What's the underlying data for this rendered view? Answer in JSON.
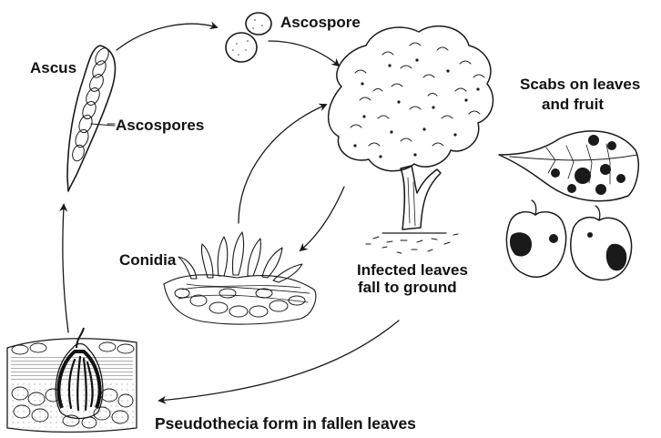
{
  "labels": {
    "ascus": "Ascus",
    "ascospores": "Ascospores",
    "ascospore": "Ascospore",
    "scabs_line1": "Scabs on leaves",
    "scabs_line2": "and fruit",
    "conidia": "Conidia",
    "infected_line1": "Infected leaves",
    "infected_line2": "fall to ground",
    "pseudothecia": "Pseudothecia form in fallen leaves"
  },
  "icons": [
    "ascus-illustration",
    "ascospore-illustration",
    "apple-tree-illustration",
    "scabbed-leaf-illustration",
    "scabbed-apple-illustration",
    "conidia-illustration",
    "pseudothecium-illustration"
  ]
}
